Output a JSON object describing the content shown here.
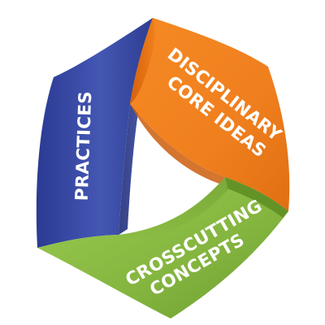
{
  "diagram": {
    "bands": [
      {
        "id": "practices",
        "label": "PRACTICES",
        "color": "#3a4fa6"
      },
      {
        "id": "disciplinary",
        "label_line1": "DISCIPLINARY",
        "label_line2": "CORE IDEAS",
        "color": "#f07f1e"
      },
      {
        "id": "crosscutting",
        "label_line1": "CROSSCUTTING",
        "label_line2": "CONCEPTS",
        "color": "#84b53f"
      }
    ]
  }
}
